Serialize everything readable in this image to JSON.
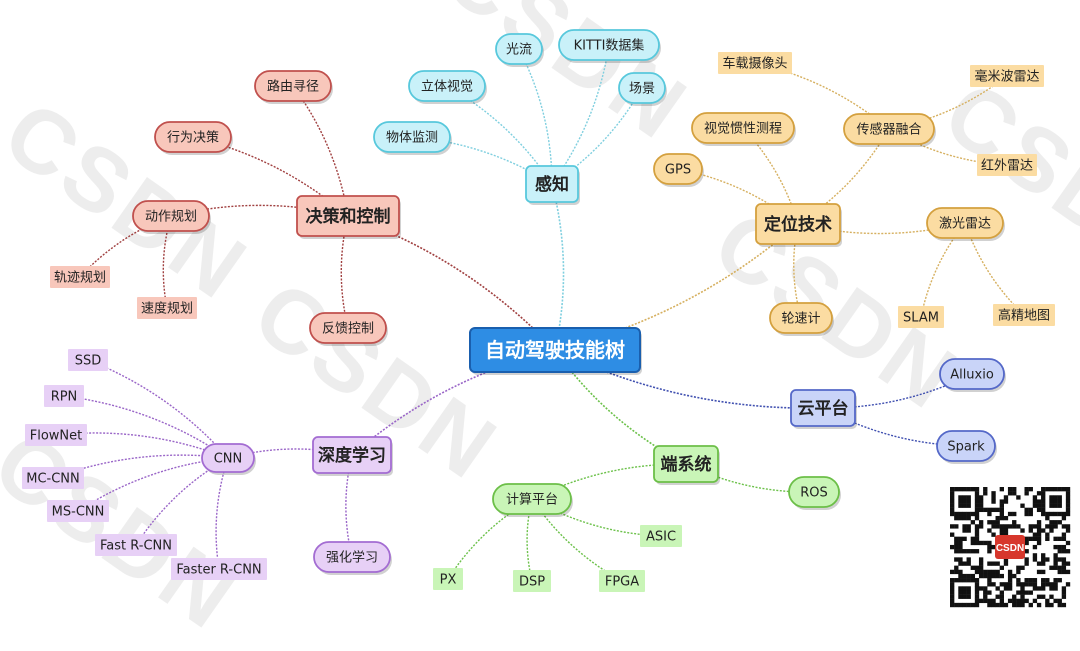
{
  "watermark": "CSDN",
  "qr_badge": "CSDN",
  "colors": {
    "center": {
      "fill": "#2e8de4",
      "stroke": "#1a5fae",
      "text": "#ffffff",
      "line": "#7a7a7a"
    },
    "red": {
      "fill": "#f8c7bb",
      "stroke": "#c0504d",
      "line": "#a04040",
      "text": "#222222"
    },
    "cyan": {
      "fill": "#c9f1f9",
      "stroke": "#57c8dc",
      "line": "#7fcfdf",
      "text": "#222222"
    },
    "orange": {
      "fill": "#fbdca2",
      "stroke": "#d4a03e",
      "line": "#d6b060",
      "text": "#222222"
    },
    "blue": {
      "fill": "#c9d4f8",
      "stroke": "#5468c8",
      "line": "#4050b0",
      "text": "#222222"
    },
    "green": {
      "fill": "#c9f5b7",
      "stroke": "#6cbf48",
      "line": "#6cc14a",
      "text": "#222222"
    },
    "purple": {
      "fill": "#e7d0f6",
      "stroke": "#a36cd2",
      "line": "#9a66c8",
      "text": "#222222"
    }
  },
  "nodes": [
    {
      "id": "root",
      "label": "自动驾驶技能树",
      "kind": "center",
      "color": "center",
      "parent": null
    },
    {
      "id": "dc",
      "label": "决策和控制",
      "kind": "main",
      "color": "red",
      "parent": "root"
    },
    {
      "id": "dc1",
      "label": "路由寻径",
      "kind": "pill",
      "color": "red",
      "parent": "dc"
    },
    {
      "id": "dc2",
      "label": "行为决策",
      "kind": "pill",
      "color": "red",
      "parent": "dc"
    },
    {
      "id": "dc3",
      "label": "动作规划",
      "kind": "pill",
      "color": "red",
      "parent": "dc"
    },
    {
      "id": "dc3a",
      "label": "轨迹规划",
      "kind": "tag",
      "color": "red",
      "parent": "dc3"
    },
    {
      "id": "dc3b",
      "label": "速度规划",
      "kind": "tag",
      "color": "red",
      "parent": "dc3"
    },
    {
      "id": "dc4",
      "label": "反馈控制",
      "kind": "pill",
      "color": "red",
      "parent": "dc"
    },
    {
      "id": "pc",
      "label": "感知",
      "kind": "main",
      "color": "cyan",
      "parent": "root"
    },
    {
      "id": "pc1",
      "label": "物体监测",
      "kind": "pill",
      "color": "cyan",
      "parent": "pc"
    },
    {
      "id": "pc2",
      "label": "立体视觉",
      "kind": "pill",
      "color": "cyan",
      "parent": "pc"
    },
    {
      "id": "pc3",
      "label": "光流",
      "kind": "pill",
      "color": "cyan",
      "parent": "pc"
    },
    {
      "id": "pc4",
      "label": "KITTI数据集",
      "kind": "pill",
      "color": "cyan",
      "parent": "pc"
    },
    {
      "id": "pc5",
      "label": "场景",
      "kind": "pill",
      "color": "cyan",
      "parent": "pc"
    },
    {
      "id": "lo",
      "label": "定位技术",
      "kind": "main",
      "color": "orange",
      "parent": "root"
    },
    {
      "id": "lo1",
      "label": "GPS",
      "kind": "pill",
      "color": "orange",
      "parent": "lo"
    },
    {
      "id": "lo2",
      "label": "视觉惯性测程",
      "kind": "pill",
      "color": "orange",
      "parent": "lo"
    },
    {
      "id": "lo3",
      "label": "传感器融合",
      "kind": "pill",
      "color": "orange",
      "parent": "lo"
    },
    {
      "id": "lo3a",
      "label": "车载摄像头",
      "kind": "tag",
      "color": "orange",
      "parent": "lo3"
    },
    {
      "id": "lo3b",
      "label": "毫米波雷达",
      "kind": "tag",
      "color": "orange",
      "parent": "lo3"
    },
    {
      "id": "lo3c",
      "label": "红外雷达",
      "kind": "tag",
      "color": "orange",
      "parent": "lo3"
    },
    {
      "id": "lo4",
      "label": "激光雷达",
      "kind": "pill",
      "color": "orange",
      "parent": "lo"
    },
    {
      "id": "lo4a",
      "label": "SLAM",
      "kind": "tag",
      "color": "orange",
      "parent": "lo4"
    },
    {
      "id": "lo4b",
      "label": "高精地图",
      "kind": "tag",
      "color": "orange",
      "parent": "lo4"
    },
    {
      "id": "lo5",
      "label": "轮速计",
      "kind": "pill",
      "color": "orange",
      "parent": "lo"
    },
    {
      "id": "cl",
      "label": "云平台",
      "kind": "main",
      "color": "blue",
      "parent": "root"
    },
    {
      "id": "cl1",
      "label": "Alluxio",
      "kind": "pill",
      "color": "blue",
      "parent": "cl"
    },
    {
      "id": "cl2",
      "label": "Spark",
      "kind": "pill",
      "color": "blue",
      "parent": "cl"
    },
    {
      "id": "es",
      "label": "端系统",
      "kind": "main",
      "color": "green",
      "parent": "root"
    },
    {
      "id": "es1",
      "label": "ROS",
      "kind": "pill",
      "color": "green",
      "parent": "es"
    },
    {
      "id": "es2",
      "label": "计算平台",
      "kind": "pill",
      "color": "green",
      "parent": "es"
    },
    {
      "id": "es2a",
      "label": "ASIC",
      "kind": "tag",
      "color": "green",
      "parent": "es2"
    },
    {
      "id": "es2b",
      "label": "FPGA",
      "kind": "tag",
      "color": "green",
      "parent": "es2"
    },
    {
      "id": "es2c",
      "label": "DSP",
      "kind": "tag",
      "color": "green",
      "parent": "es2"
    },
    {
      "id": "es2d",
      "label": "PX",
      "kind": "tag",
      "color": "green",
      "parent": "es2"
    },
    {
      "id": "dl",
      "label": "深度学习",
      "kind": "main",
      "color": "purple",
      "parent": "root"
    },
    {
      "id": "dl1",
      "label": "CNN",
      "kind": "pill",
      "color": "purple",
      "parent": "dl"
    },
    {
      "id": "dl1a",
      "label": "SSD",
      "kind": "tag",
      "color": "purple",
      "parent": "dl1"
    },
    {
      "id": "dl1b",
      "label": "RPN",
      "kind": "tag",
      "color": "purple",
      "parent": "dl1"
    },
    {
      "id": "dl1c",
      "label": "FlowNet",
      "kind": "tag",
      "color": "purple",
      "parent": "dl1"
    },
    {
      "id": "dl1d",
      "label": "MC-CNN",
      "kind": "tag",
      "color": "purple",
      "parent": "dl1"
    },
    {
      "id": "dl1e",
      "label": "MS-CNN",
      "kind": "tag",
      "color": "purple",
      "parent": "dl1"
    },
    {
      "id": "dl1f",
      "label": "Fast R-CNN",
      "kind": "tag",
      "color": "purple",
      "parent": "dl1"
    },
    {
      "id": "dl1g",
      "label": "Faster R-CNN",
      "kind": "tag",
      "color": "purple",
      "parent": "dl1"
    },
    {
      "id": "dl2",
      "label": "强化学习",
      "kind": "pill",
      "color": "purple",
      "parent": "dl"
    }
  ]
}
